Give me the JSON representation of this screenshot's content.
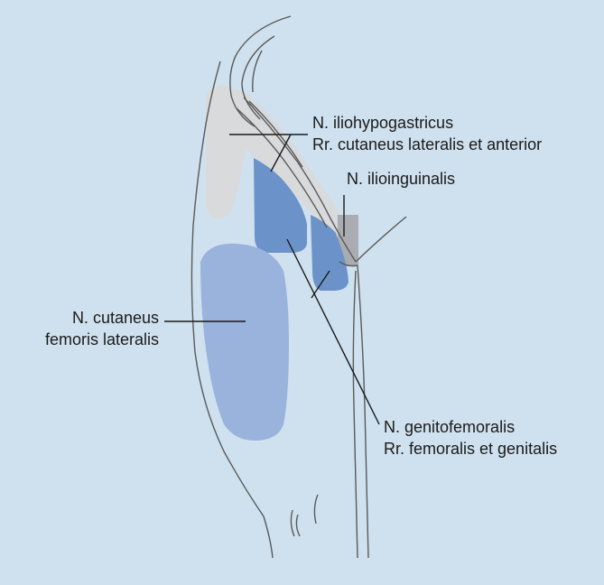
{
  "colors": {
    "background": "#cfe1ee",
    "iliohypogastricus_region": "#d8dadc",
    "ilioinguinalis_region": "#a9adb1",
    "genitofemoralis_region": "#6c93c9",
    "cutaneus_femoris_region": "#9ab3dc",
    "outline": "#5a5a5a",
    "leader_line": "#1a1a1a"
  },
  "labels": {
    "iliohypogastricus": {
      "line1": "N. iliohypogastricus",
      "line2": "Rr. cutaneus lateralis et anterior"
    },
    "ilioinguinalis": {
      "line1": "N. ilioinguinalis"
    },
    "cutaneus_femoris": {
      "line1": "N. cutaneus",
      "line2": "femoris lateralis"
    },
    "genitofemoralis": {
      "line1": "N. genitofemoralis",
      "line2": "Rr. femoralis et genitalis"
    }
  }
}
